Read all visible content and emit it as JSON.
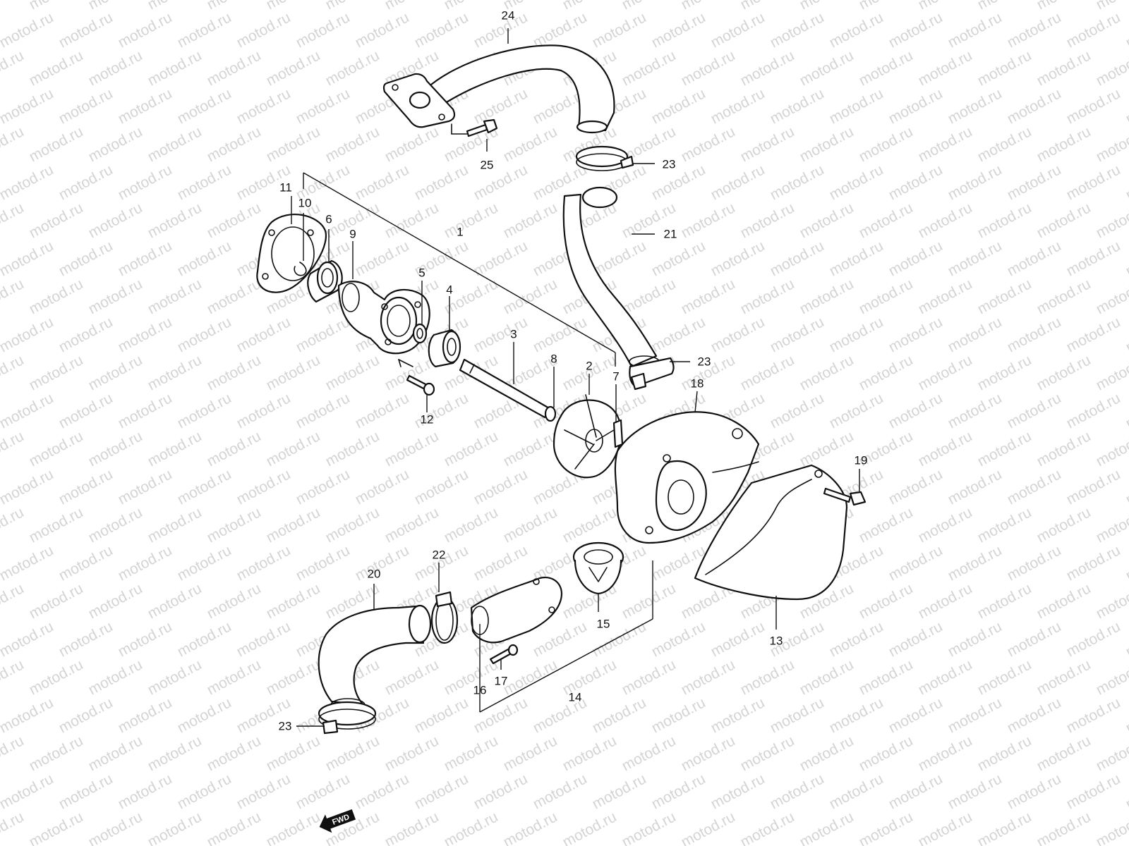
{
  "watermark": "motod.ru",
  "fwd_label": "FWD",
  "callouts": {
    "p1": "1",
    "p2": "2",
    "p3": "3",
    "p4": "4",
    "p5": "5",
    "p6": "6",
    "p7": "7",
    "p8": "8",
    "p9": "9",
    "p10": "10",
    "p11": "11",
    "p12": "12",
    "p13": "13",
    "p14": "14",
    "p15": "15",
    "p16": "16",
    "p17": "17",
    "p18": "18",
    "p19": "19",
    "p20": "20",
    "p21": "21",
    "p22": "22",
    "p23a": "23",
    "p23b": "23",
    "p23c": "23",
    "p24": "24",
    "p25": "25"
  },
  "colors": {
    "line": "#111111",
    "watermark": "#d4d4d4",
    "background": "#ffffff"
  }
}
